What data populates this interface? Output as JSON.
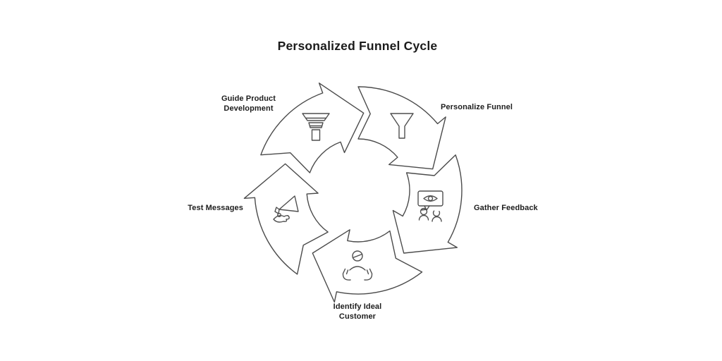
{
  "title": "Personalized Funnel Cycle",
  "cycle": {
    "direction": "clockwise",
    "steps": [
      {
        "label": "Guide Product Development",
        "icon": "layered-funnel-icon"
      },
      {
        "label": "Personalize Funnel",
        "icon": "funnel-icon"
      },
      {
        "label": "Gather Feedback",
        "icon": "feedback-eye-bubble-icon"
      },
      {
        "label": "Identify Ideal Customer",
        "icon": "customer-in-hands-icon"
      },
      {
        "label": "Test Messages",
        "icon": "megaphone-in-hand-icon"
      }
    ]
  },
  "colors": {
    "background": "#ffffff",
    "line": "#4b4b4b",
    "icon_line": "#4f4f4f",
    "text": "#1d1d1d"
  }
}
